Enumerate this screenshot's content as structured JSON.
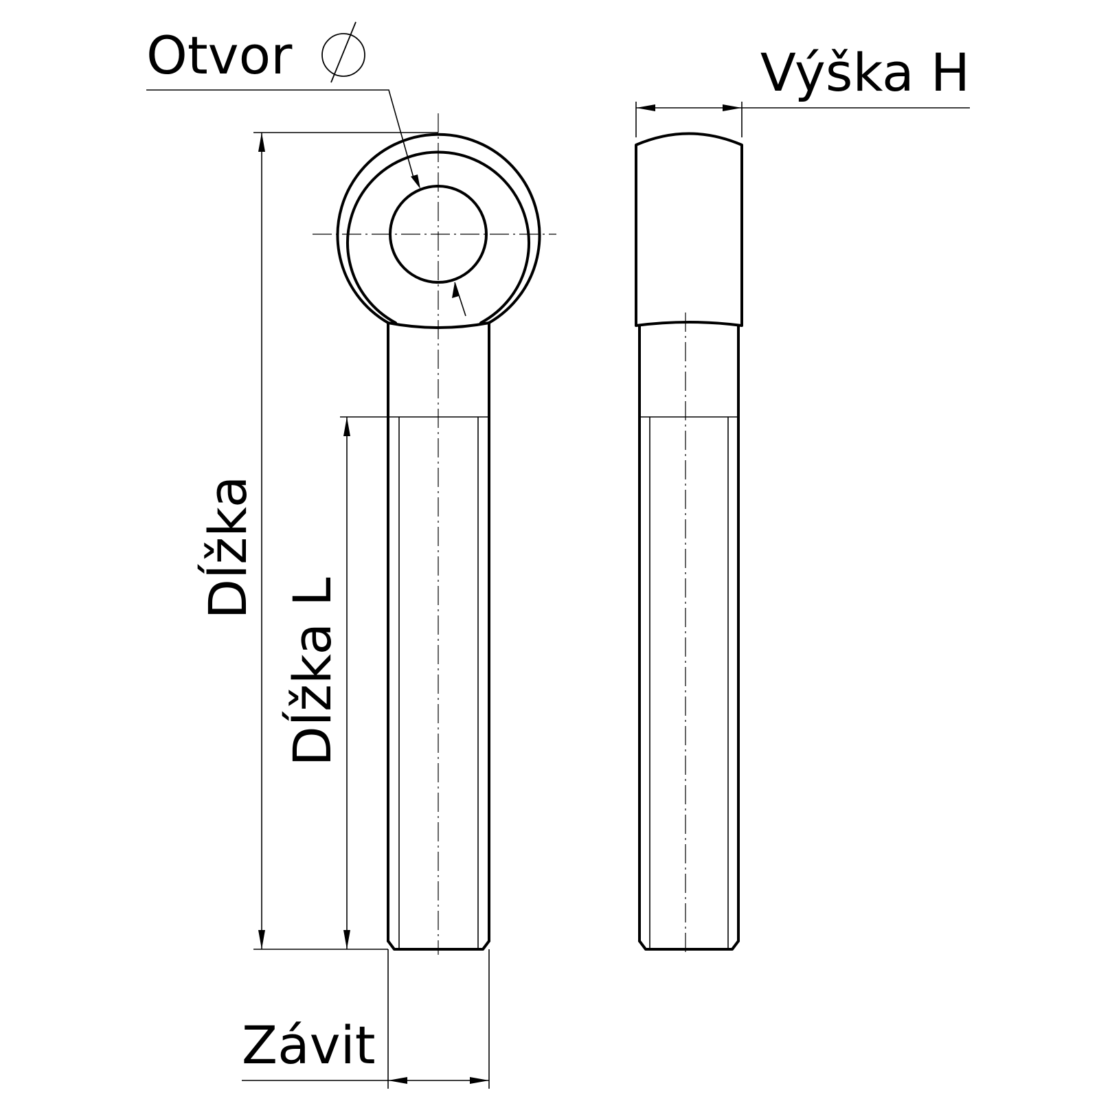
{
  "labels": {
    "hole": "Otvor",
    "height": "Výška H",
    "total_length": "Dĺžka",
    "thread_length": "Dĺžka L",
    "thread": "Závit"
  },
  "symbols": {
    "diameter": "diameter-symbol"
  },
  "colors": {
    "line": "#000000",
    "background": "#ffffff"
  }
}
